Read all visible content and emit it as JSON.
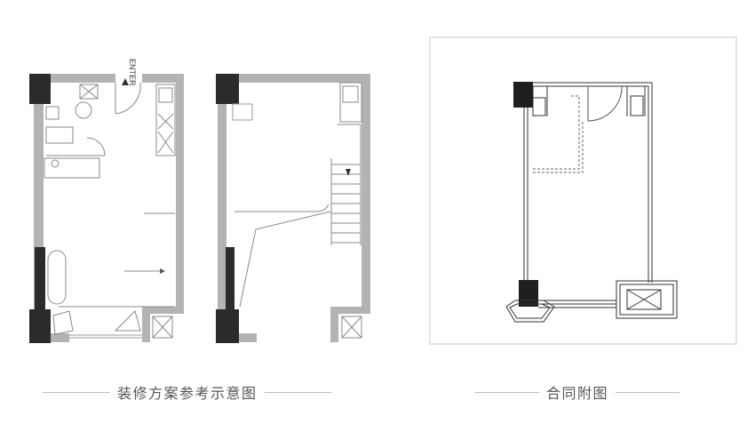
{
  "labels": {
    "entry": "ENTER"
  },
  "captions": {
    "left": "装修方案参考示意图",
    "right": "合同附图"
  },
  "colors": {
    "wall": "#b3b3b3",
    "column": "#2b2b2b",
    "line": "#8a8a8a",
    "frame": "#c8c8c8",
    "caption": "#555555"
  }
}
